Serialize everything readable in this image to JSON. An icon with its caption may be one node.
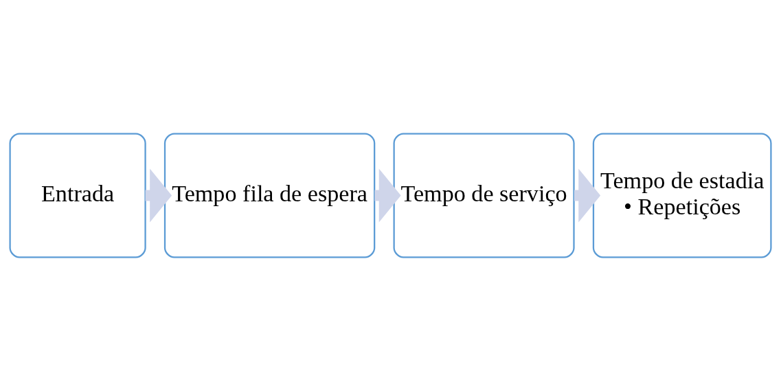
{
  "diagram": {
    "nodes": [
      {
        "text": [
          "Entrada"
        ]
      },
      {
        "text": [
          "Tempo fila de espera"
        ]
      },
      {
        "text": [
          "Tempo de serviço"
        ]
      },
      {
        "text": [
          "Tempo de estadia",
          "• Repetições"
        ]
      }
    ],
    "edges": [
      {
        "from": 0,
        "to": 1,
        "arrow": "to"
      },
      {
        "from": 1,
        "to": 2,
        "arrow": "to"
      },
      {
        "from": 2,
        "to": 3,
        "arrow": "to"
      }
    ]
  }
}
